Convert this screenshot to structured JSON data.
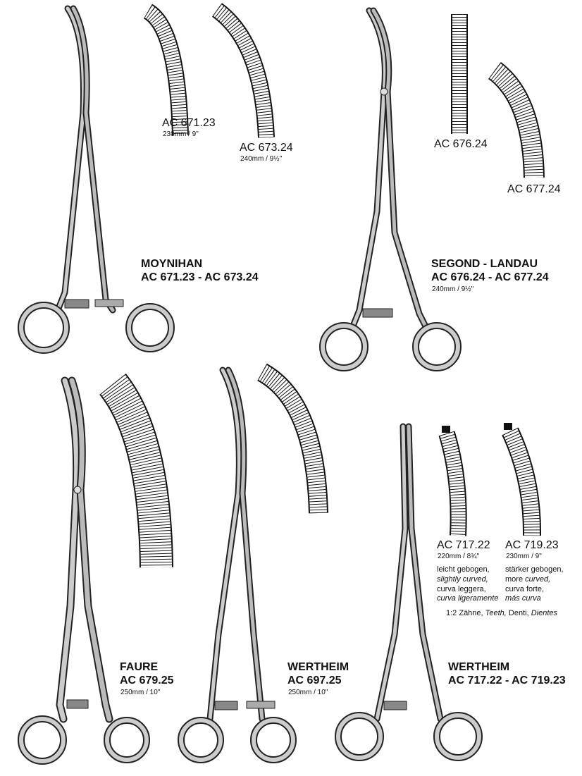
{
  "products": {
    "moynihan": {
      "name": "MOYNIHAN",
      "range": "AC 671.23 - AC 673.24",
      "variants": [
        {
          "code": "AC 671.23",
          "size": "230mm / 9\""
        },
        {
          "code": "AC 673.24",
          "size": "240mm / 9½\""
        }
      ]
    },
    "segond": {
      "name": "SEGOND - LANDAU",
      "range": "AC 676.24 - AC 677.24",
      "size": "240mm / 9½\"",
      "variants": [
        {
          "code": "AC 676.24"
        },
        {
          "code": "AC 677.24"
        }
      ]
    },
    "faure": {
      "name": "FAURE",
      "code": "AC 679.25",
      "size": "250mm / 10\""
    },
    "wertheim1": {
      "name": "WERTHEIM",
      "code": "AC 697.25",
      "size": "250mm / 10\""
    },
    "wertheim2": {
      "name": "WERTHEIM",
      "range": "AC 717.22 - AC 719.23",
      "variants": [
        {
          "code": "AC 717.22",
          "size": "220mm / 8¾\"",
          "desc": [
            "leicht gebogen,",
            "slightly curved,",
            "curva leggera,",
            "curva ligeramente"
          ]
        },
        {
          "code": "AC 719.23",
          "size": "230mm / 9\"",
          "desc": [
            "stärker gebogen,",
            "more",
            "curved,",
            "curva forte,",
            "más curva"
          ]
        }
      ],
      "teeth_note": [
        "1:2 Zähne,",
        "Teeth,",
        "Denti,",
        "Dientes"
      ]
    }
  }
}
